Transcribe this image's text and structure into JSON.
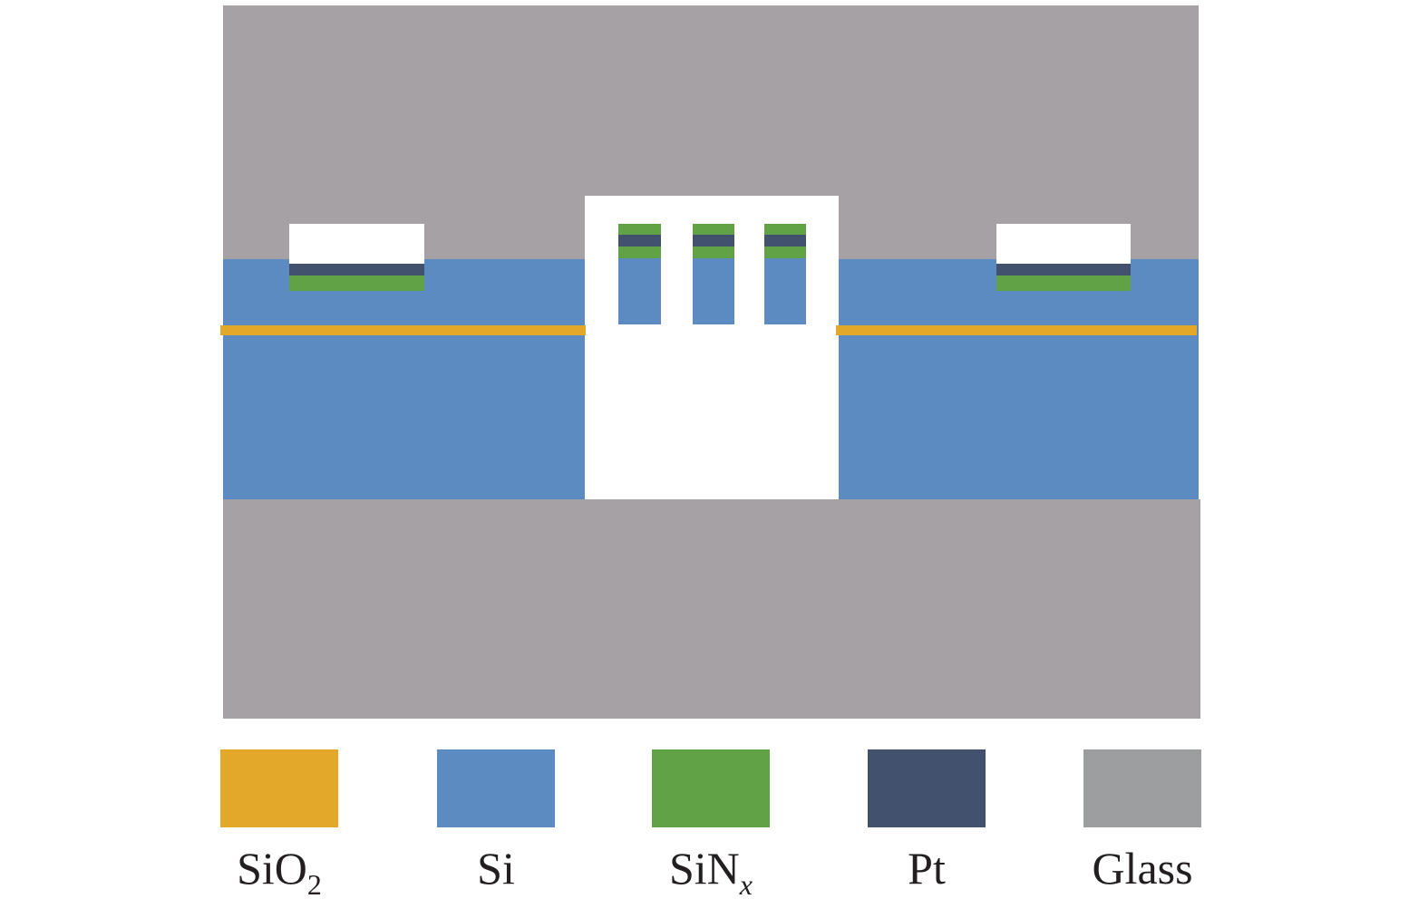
{
  "diagram": {
    "materials": {
      "sio2": {
        "color": "#e3a72a"
      },
      "si": {
        "color": "#5b8bc1"
      },
      "sinx": {
        "color": "#62a246"
      },
      "pt": {
        "color": "#42526e"
      },
      "glass": {
        "color": "#a5a1a5"
      },
      "void": {
        "color": "#ffffff"
      }
    }
  },
  "legend": {
    "items": [
      {
        "id": "sio2",
        "label": "SiO",
        "sub": "2",
        "sub_italic": false,
        "color": "#e3a72a"
      },
      {
        "id": "si",
        "label": "Si",
        "sub": "",
        "sub_italic": false,
        "color": "#5b8bc1"
      },
      {
        "id": "sinx",
        "label": "SiN",
        "sub": "x",
        "sub_italic": true,
        "color": "#62a246"
      },
      {
        "id": "pt",
        "label": "Pt",
        "sub": "",
        "sub_italic": false,
        "color": "#42526e"
      },
      {
        "id": "glass",
        "label": "Glass",
        "sub": "",
        "sub_italic": false,
        "color": "#9d9ea0"
      }
    ]
  }
}
